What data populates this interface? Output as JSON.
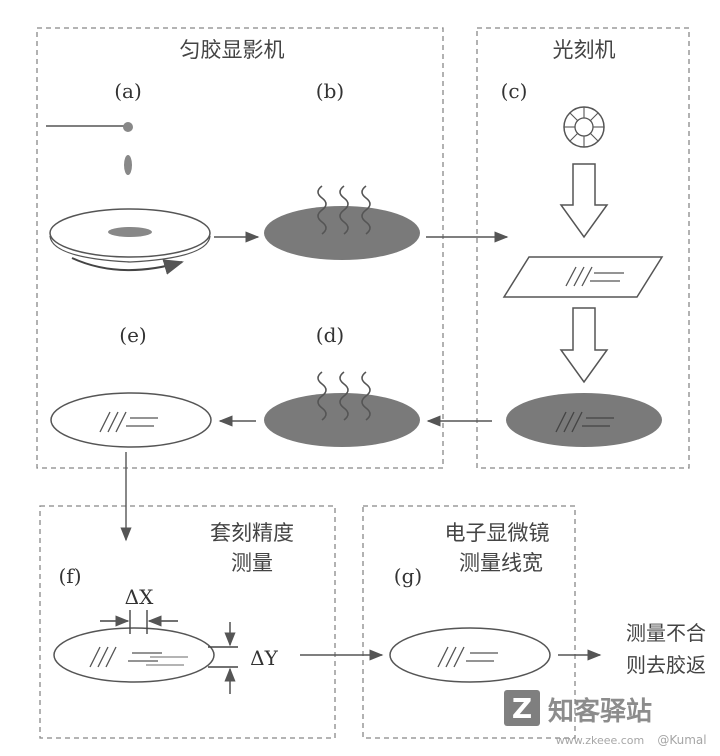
{
  "groups": {
    "coater": "匀胶显影机",
    "exposure": "光刻机",
    "overlay": [
      "套刻精度",
      "测量"
    ],
    "sem": [
      "电子显微镜",
      "测量线宽"
    ]
  },
  "steps": {
    "a": "(a)",
    "b": "(b)",
    "c": "(c)",
    "d": "(d)",
    "e": "(e)",
    "f": "(f)",
    "g": "(g)"
  },
  "measure": {
    "dx": "ΔX",
    "dy": "ΔY"
  },
  "result": [
    "测量不合",
    "则去胶返"
  ],
  "watermark": {
    "brand": "知客驿站",
    "url": "www.zkeee.com",
    "user": "@Kumal"
  },
  "colors": {
    "line": "#666666",
    "dash": "#888888",
    "wafer_fill": "#7a7a7a",
    "resist": "#999999"
  },
  "icons": [
    "light-source-icon",
    "down-arrow-icon",
    "heat-wave-icon",
    "nozzle-icon",
    "rotation-arrow-icon"
  ]
}
